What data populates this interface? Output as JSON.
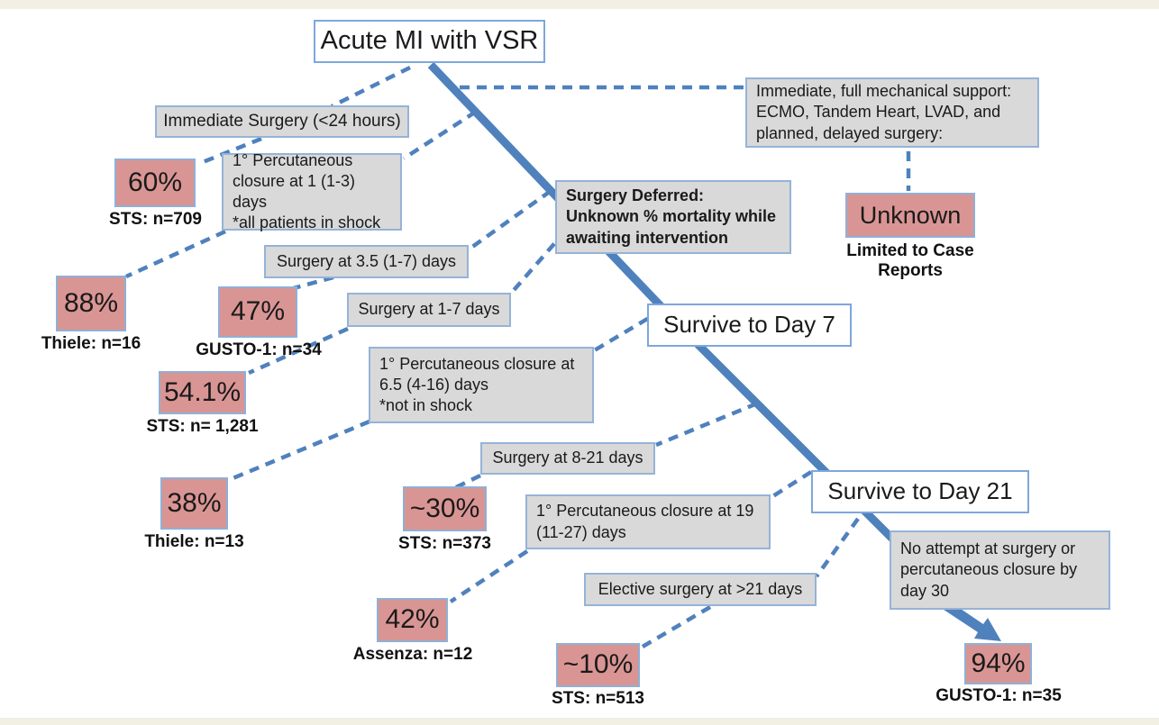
{
  "figure": {
    "type": "flow-diagram",
    "subject": "Mortality by management strategy after acute MI with ventricular septal rupture"
  },
  "colors": {
    "line_blue": "#4f81bd",
    "gray_box_fill": "#d9d9d9",
    "pink_box_fill": "#d99594",
    "box_border_blue": "#95b3d7",
    "white_box_border": "#7da7dc",
    "page_strip": "#f1f0e2"
  },
  "nodes": {
    "root": {
      "label": "Acute MI with VSR"
    },
    "mech_support": {
      "label": "Immediate, full mechanical support: ECMO, Tandem Heart, LVAD, and planned, delayed surgery:"
    },
    "unknown": {
      "value": "Unknown",
      "source": "Limited to Case Reports"
    },
    "immediate_surgery": {
      "label": "Immediate Surgery (<24 hours)"
    },
    "o60": {
      "value": "60%",
      "source": "STS: n=709"
    },
    "perc_1_3": {
      "label": "1° Percutaneous closure at 1 (1-3) days",
      "note": "*all patients in shock"
    },
    "surgery_deferred": {
      "label": "Surgery Deferred: Unknown % mortality while awaiting intervention"
    },
    "surgery_3_5": {
      "label": "Surgery at 3.5 (1-7) days"
    },
    "o88": {
      "value": "88%",
      "source": "Thiele: n=16"
    },
    "o47": {
      "value": "47%",
      "source": "GUSTO-1: n=34"
    },
    "surgery_1_7": {
      "label": "Surgery at 1-7 days"
    },
    "perc_6_5": {
      "label": "1° Percutaneous closure at 6.5 (4-16) days",
      "note": "*not in shock"
    },
    "survive7": {
      "label": "Survive to Day 7"
    },
    "o54": {
      "value": "54.1%",
      "source": "STS: n= 1,281"
    },
    "o38": {
      "value": "38%",
      "source": "Thiele: n=13"
    },
    "surgery_8_21": {
      "label": "Surgery at 8-21 days"
    },
    "o30": {
      "value": "~30%",
      "source": "STS: n=373"
    },
    "perc_19": {
      "label": "1° Percutaneous closure at 19 (11-27) days"
    },
    "survive21": {
      "label": "Survive to Day 21"
    },
    "no_attempt": {
      "label": "No attempt at surgery or percutaneous closure by day 30"
    },
    "elective": {
      "label": "Elective surgery at >21 days"
    },
    "o42": {
      "value": "42%",
      "source": "Assenza: n=12"
    },
    "o10": {
      "value": "~10%",
      "source": "STS: n=513"
    },
    "o94": {
      "value": "94%",
      "source": "GUSTO-1: n=35"
    }
  }
}
